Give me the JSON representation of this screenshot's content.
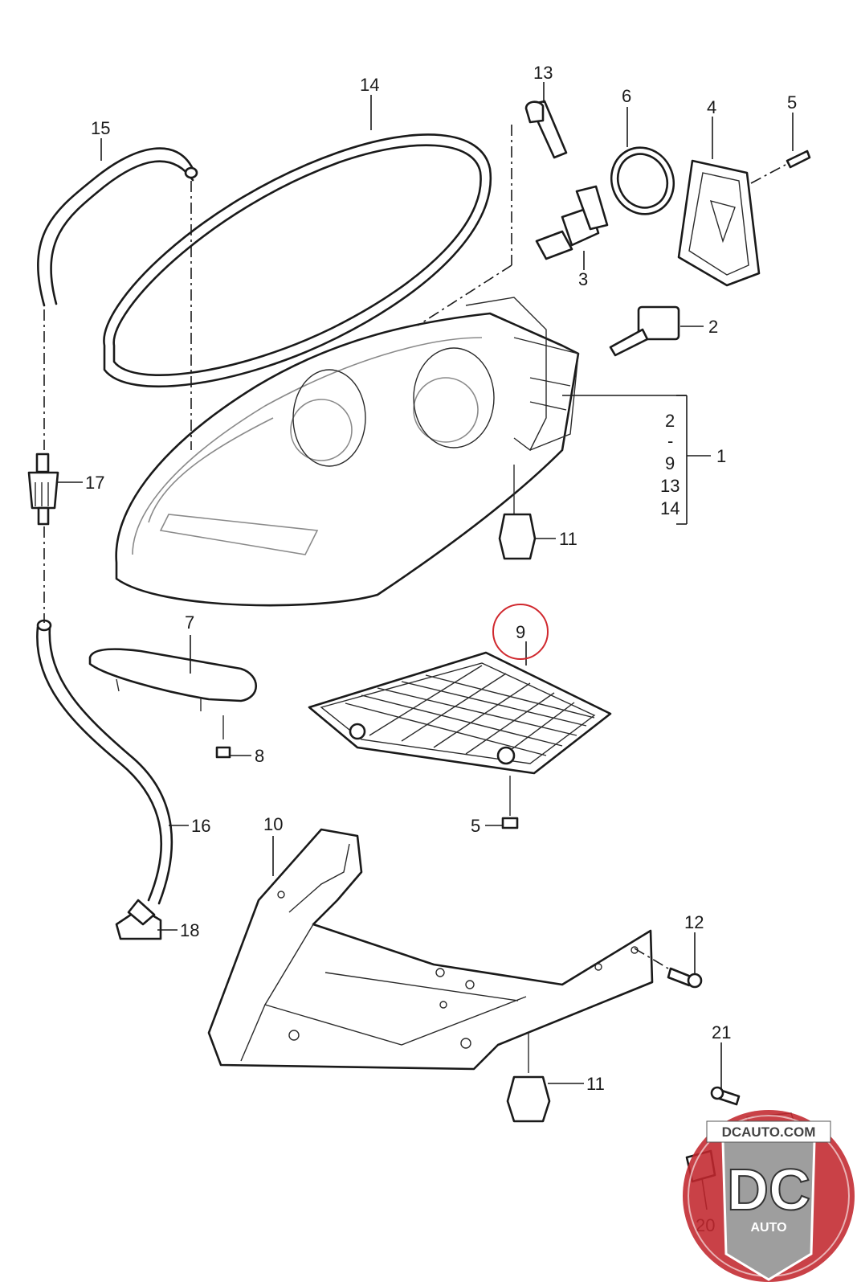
{
  "callouts": {
    "c1": "1",
    "c2": "2",
    "c3": "3",
    "c4": "4",
    "c5a": "5",
    "c5b": "5",
    "c6": "6",
    "c7": "7",
    "c8": "8",
    "c9": "9",
    "c10": "10",
    "c11a": "11",
    "c11b": "11",
    "c12": "12",
    "c13": "13",
    "c14": "14",
    "c15": "15",
    "c16": "16",
    "c17": "17",
    "c18": "18",
    "c20": "20",
    "c21": "21"
  },
  "bracket_list": [
    "2",
    "-",
    "9",
    "13",
    "14"
  ],
  "watermark": {
    "top_text": "DCAUTO.COM",
    "letters": "DC",
    "sub_text": "AUTO"
  },
  "colors": {
    "highlight_circle": "#d0282e",
    "watermark_red": "#c1272d",
    "watermark_grey": "#9e9e9e"
  }
}
